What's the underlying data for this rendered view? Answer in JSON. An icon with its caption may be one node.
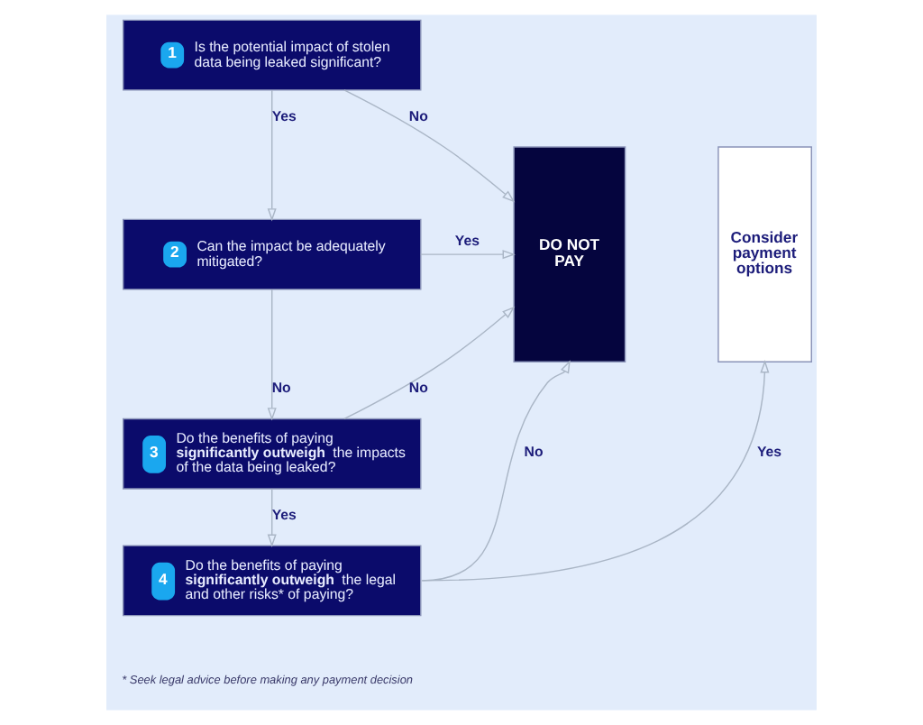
{
  "diagram": {
    "nodes": [
      {
        "text": [
          "1",
          "Is the potential impact of stolen data being leaked significant?"
        ]
      },
      {
        "text": [
          "2",
          "Can the impact be adequately mitigated?"
        ]
      },
      {
        "text": [
          "3",
          "Do the benefits of paying **significantly outweigh** the impacts of the data being leaked?"
        ]
      },
      {
        "text": [
          "4",
          "Do the benefits of paying **significantly outweigh** the legal and other risks* of paying?"
        ]
      },
      {
        "text": [
          "DO NOT PAY"
        ]
      },
      {
        "text": [
          "Consider payment options"
        ]
      }
    ],
    "edges": [
      {
        "from": 0,
        "to": 1,
        "arrow": "to",
        "label": "Yes"
      },
      {
        "from": 0,
        "to": 4,
        "arrow": "to",
        "label": "No"
      },
      {
        "from": 1,
        "to": 4,
        "arrow": "to",
        "label": "Yes"
      },
      {
        "from": 1,
        "to": 2,
        "arrow": "to",
        "label": "No"
      },
      {
        "from": 2,
        "to": 4,
        "arrow": "to",
        "label": "No"
      },
      {
        "from": 2,
        "to": 3,
        "arrow": "to",
        "label": "Yes"
      },
      {
        "from": 3,
        "to": 4,
        "arrow": "to",
        "label": "No"
      },
      {
        "from": 3,
        "to": 5,
        "arrow": "to",
        "label": "Yes"
      }
    ],
    "labels": [
      "* Seek legal advice before making any payment decision"
    ]
  }
}
